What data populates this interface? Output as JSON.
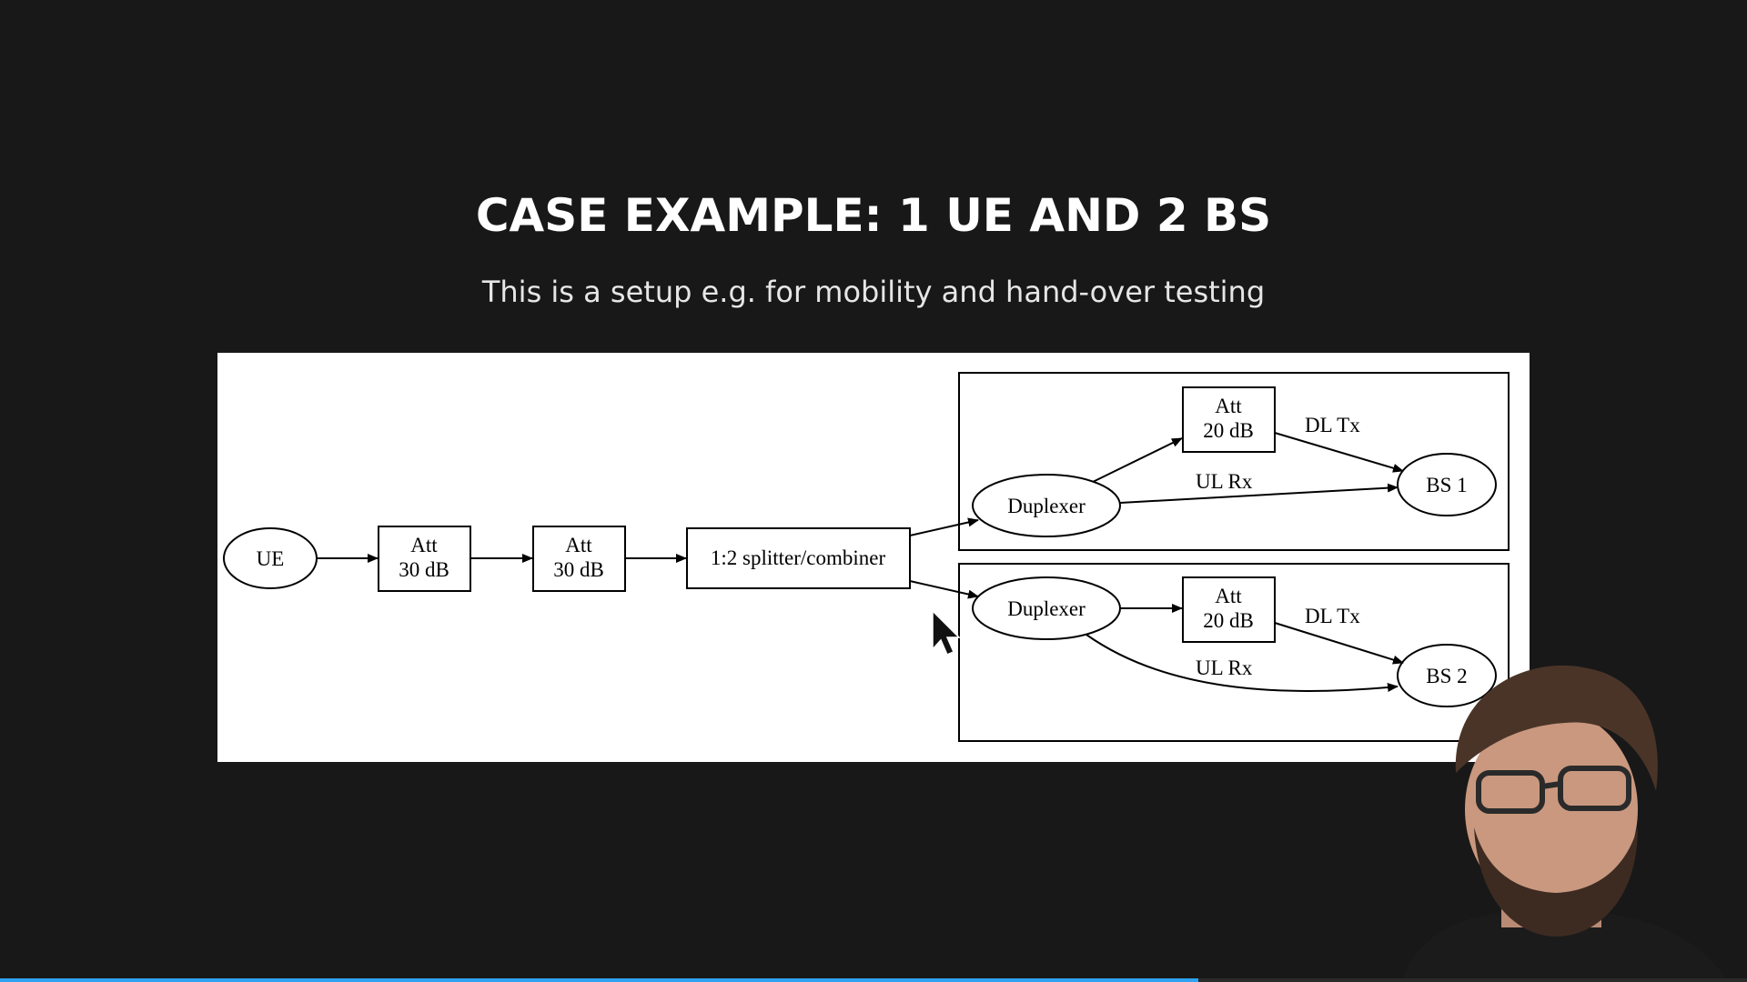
{
  "slide": {
    "title": "CASE EXAMPLE: 1 UE AND 2 BS",
    "subtitle": "This is a setup e.g. for mobility and hand-over testing"
  },
  "diagram": {
    "nodes": {
      "ue": "UE",
      "att1_line1": "Att",
      "att1_line2": "30 dB",
      "att2_line1": "Att",
      "att2_line2": "30 dB",
      "splitter": "1:2 splitter/combiner",
      "duplexer1": "Duplexer",
      "att3_line1": "Att",
      "att3_line2": "20 dB",
      "bs1": "BS 1",
      "duplexer2": "Duplexer",
      "att4_line1": "Att",
      "att4_line2": "20 dB",
      "bs2": "BS 2"
    },
    "edges": {
      "dl_tx_1": "DL Tx",
      "ul_rx_1": "UL Rx",
      "dl_tx_2": "DL Tx",
      "ul_rx_2": "UL Rx"
    }
  },
  "video_progress": {
    "fraction": 0.686
  },
  "colors": {
    "background": "#181818",
    "accent": "#2ea3f2"
  }
}
